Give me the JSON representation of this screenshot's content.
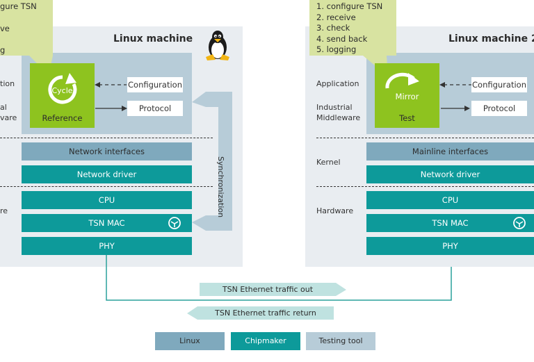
{
  "machine1": {
    "title": "Linux machine",
    "callout_lines": [
      "gure TSN",
      "ve",
      "",
      "g"
    ],
    "side_labels": {
      "application": "tion",
      "middleware_1": "al",
      "middleware_2": "vare",
      "hardware": "re"
    },
    "app_box": {
      "icon_label": "Cycle",
      "label": "Reference"
    },
    "config_label": "Configuration",
    "protocol_label": "Protocol",
    "layers": {
      "interfaces": "Network interfaces",
      "driver": "Network driver",
      "cpu": "CPU",
      "mac": "TSN MAC",
      "phy": "PHY"
    },
    "sync_label": "Synchronization"
  },
  "machine2": {
    "title": "Linux machine 2",
    "callout_lines": [
      "1. configure TSN",
      "2. receive",
      "3. check",
      "4. send back",
      "5. logging"
    ],
    "side_labels": {
      "application": "Application",
      "middleware_1": "Industrial",
      "middleware_2": "Middleware",
      "kernel": "Kernel",
      "hardware": "Hardware"
    },
    "app_box": {
      "icon_label": "Mirror",
      "label": "Test"
    },
    "config_label": "Configuration",
    "protocol_label": "Protocol",
    "layers": {
      "interfaces": "Mainline interfaces",
      "driver": "Network driver",
      "cpu": "CPU",
      "mac": "TSN MAC",
      "phy": "PHY"
    }
  },
  "traffic": {
    "out": "TSN Ethernet traffic out",
    "return": "TSN Ethernet traffic return"
  },
  "legend": [
    {
      "label": "Linux",
      "color": "#7fa9bd"
    },
    {
      "label": "Chipmaker",
      "color": "#0d9a9a"
    },
    {
      "label": "Testing tool",
      "color": "#b7ccd8"
    }
  ]
}
